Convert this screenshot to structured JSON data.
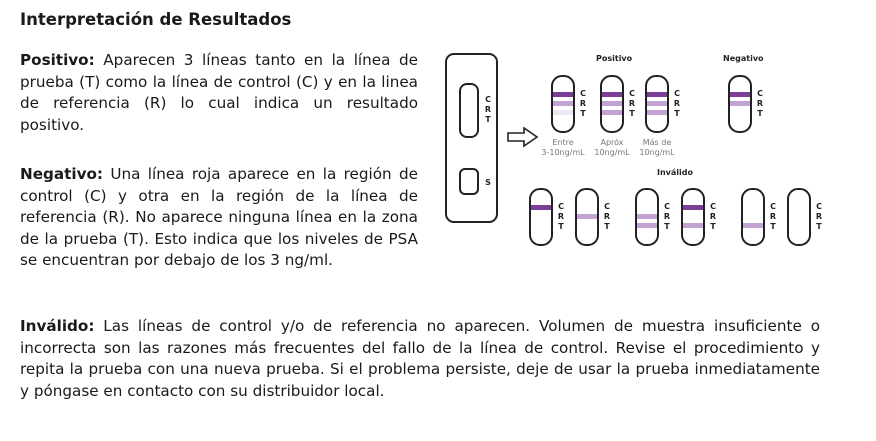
{
  "title": "Interpretación de Resultados",
  "positive": {
    "label": "Positivo:",
    "text": " Aparecen 3 líneas tanto en la línea de prueba (T) como la línea de control (C) y en la linea de referencia (R) lo cual indica un resultado positivo."
  },
  "negative": {
    "label": "Negativo:",
    "text": " Una línea roja aparece en la región de control (C) y otra en la región de la línea de referencia (R). No aparece ninguna línea en la zona de la prueba (T). Esto indica que los niveles de PSA se encuentran por debajo de los 3 ng/ml."
  },
  "invalid": {
    "label": "Inválido:",
    "text": " Las líneas de control y/o de referencia no aparecen. Volumen de muestra insuficiente o incorrecta son las razones más frecuentes del fallo de la línea de control. Revise el procedimiento y repita la prueba con una nueva prueba. Si el problema persiste, deje de usar la prueba inmediatamente y póngase en contacto con su distribuidor local."
  },
  "diagram": {
    "letters": {
      "c": "C",
      "r": "R",
      "t": "T",
      "s": "S"
    },
    "positive_header": "Positivo",
    "negative_header": "Negativo",
    "invalid_header": "Inválido",
    "captions": [
      [
        "Entre",
        "3-10ng/mL"
      ],
      [
        "Apróx",
        "10ng/mL"
      ],
      [
        "Más de",
        "10ng/mL"
      ]
    ],
    "colors": {
      "dark": "#7b3f98",
      "light": "#c3a3d3",
      "faint": "#efe6f3"
    }
  }
}
